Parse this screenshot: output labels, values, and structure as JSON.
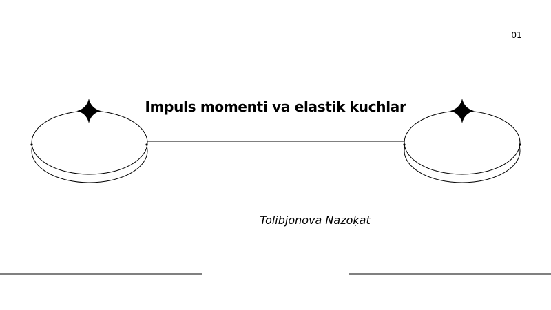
{
  "slide": {
    "page_number": "01",
    "title": "Impuls momenti va elastik kuchlar",
    "author": "Tolibjonova Nazoḳat"
  },
  "colors": {
    "background": "#ffffff",
    "ink": "#000000"
  },
  "icons": {
    "left_star": "four-point-star-icon",
    "right_star": "four-point-star-icon"
  }
}
